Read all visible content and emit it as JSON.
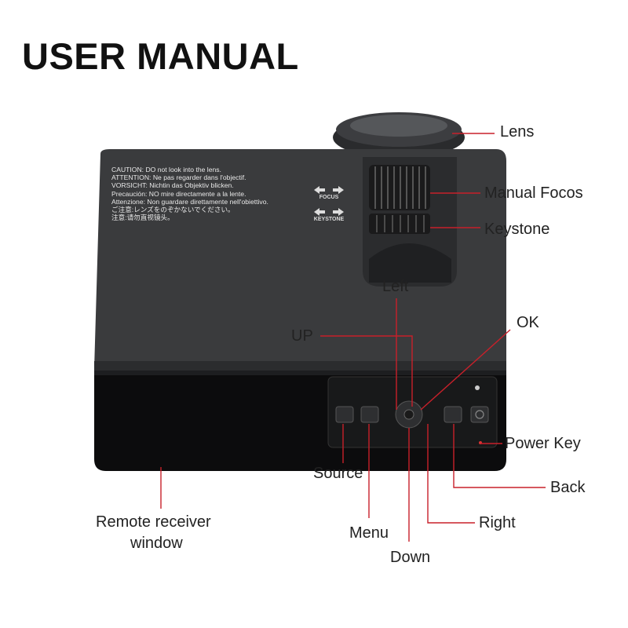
{
  "title": "USER MANUAL",
  "caution_lines": [
    "CAUTION: DO not look into the lens.",
    "ATTENTION: Ne pas regarder dans l'objectif.",
    "VORSICHT: Nichtin das Objektiv blicken.",
    "Precaución: NO mire directamente a la lente.",
    "Attenzione: Non guardare direttamente nell'obiettivo.",
    "ご注意:レンズをのぞかないでください。",
    "注意:请勿直视镜头。"
  ],
  "control_labels": {
    "focus": "FOCUS",
    "keystone": "KEYSTONE"
  },
  "callouts": {
    "lens": "Lens",
    "manual_focus": "Manual Focos",
    "keystone": "Keystone",
    "left": "Left",
    "up": "UP",
    "ok": "OK",
    "power_key": "Power Key",
    "source": "Source",
    "back": "Back",
    "menu": "Menu",
    "right": "Right",
    "down": "Down",
    "remote_receiver_line1": "Remote receiver",
    "remote_receiver_line2": "window"
  },
  "colors": {
    "leader_line": "#c8202a",
    "body": "#3a3b3d",
    "panel": "#0c0c0d"
  }
}
